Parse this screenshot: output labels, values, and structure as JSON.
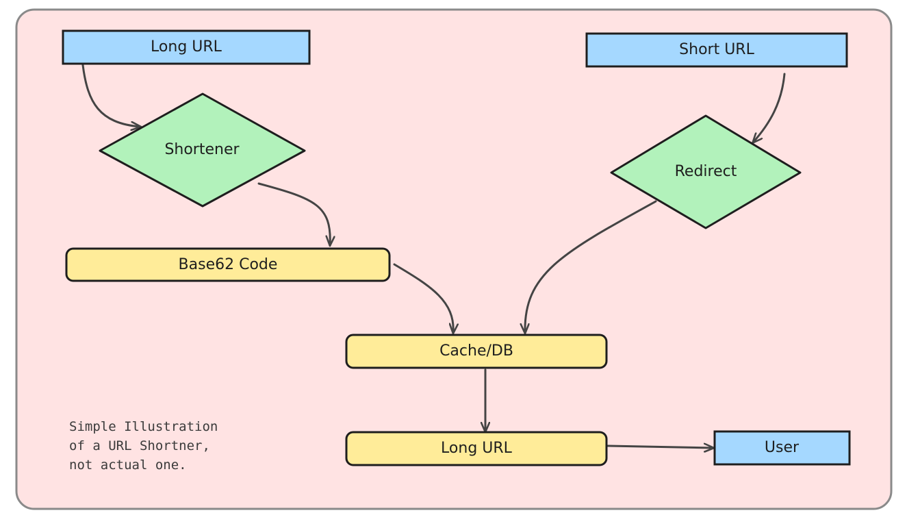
{
  "diagram": {
    "title": "",
    "nodes": {
      "long_url_input": {
        "label": "Long URL",
        "shape": "rectangle",
        "fill": "#a5d8ff"
      },
      "short_url_input": {
        "label": "Short URL",
        "shape": "rectangle",
        "fill": "#a5d8ff"
      },
      "shortener": {
        "label": "Shortener",
        "shape": "diamond",
        "fill": "#b2f2bb"
      },
      "redirect": {
        "label": "Redirect",
        "shape": "diamond",
        "fill": "#b2f2bb"
      },
      "base62_code": {
        "label": "Base62 Code",
        "shape": "rounded-rectangle",
        "fill": "#ffec99"
      },
      "cache_db": {
        "label": "Cache/DB",
        "shape": "rounded-rectangle",
        "fill": "#ffec99"
      },
      "long_url_output": {
        "label": "Long URL",
        "shape": "rounded-rectangle",
        "fill": "#ffec99"
      },
      "user": {
        "label": "User",
        "shape": "rectangle",
        "fill": "#a5d8ff"
      }
    },
    "edges": [
      {
        "from": "long_url_input",
        "to": "shortener"
      },
      {
        "from": "shortener",
        "to": "base62_code"
      },
      {
        "from": "base62_code",
        "to": "cache_db"
      },
      {
        "from": "short_url_input",
        "to": "redirect"
      },
      {
        "from": "redirect",
        "to": "cache_db"
      },
      {
        "from": "cache_db",
        "to": "long_url_output"
      },
      {
        "from": "long_url_output",
        "to": "user"
      }
    ],
    "note": {
      "line1": "Simple Illustration",
      "line2": "of a URL Shortner,",
      "line3": "not actual one."
    }
  },
  "colors": {
    "background": "#ffe3e3",
    "frame_stroke": "#8a8a8a",
    "stroke": "#1e1e1e",
    "arrow": "#444444"
  }
}
